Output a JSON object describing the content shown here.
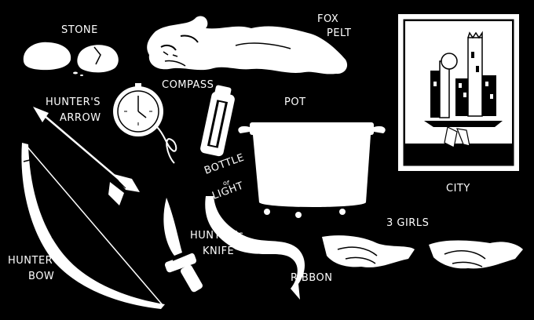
{
  "labels": {
    "stone": "STONE",
    "fox_pelt_1": "FOX",
    "fox_pelt_2": "PELT",
    "compass": "COMPASS",
    "hunters_arrow_1": "HUNTER'S",
    "hunters_arrow_2": "ARROW",
    "pot": "POT",
    "bottle_1": "BOTTLE",
    "bottle_of": "of",
    "bottle_2": "LIGHT",
    "city": "CITY",
    "three_girls": "3 GIRLS",
    "hunters_knife_1": "HUNTER's",
    "hunters_knife_2": "KNIFE",
    "hunters_bow_1": "HUNTER's",
    "hunters_bow_2": "BOW",
    "ribbon": "RIBBON"
  },
  "colors": {
    "background": "#000000",
    "ink": "#ffffff"
  }
}
